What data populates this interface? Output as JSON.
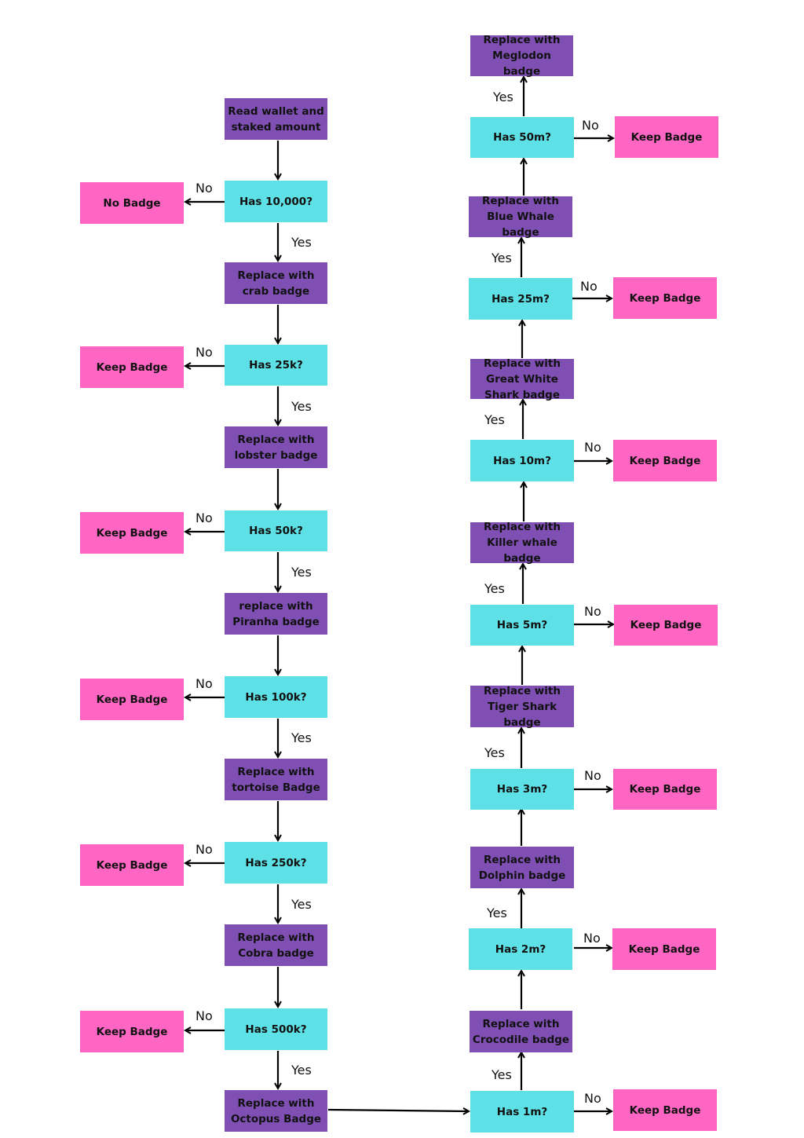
{
  "nodes": {
    "read_wallet": "Read wallet and staked amount",
    "has_10000": "Has 10,000?",
    "no_badge": "No Badge",
    "crab": "Replace with crab badge",
    "has_25k": "Has 25k?",
    "keep_25k": "Keep Badge",
    "lobster": "Replace with lobster badge",
    "has_50k": "Has 50k?",
    "keep_50k": "Keep Badge",
    "piranha": "replace with Piranha badge",
    "has_100k": "Has 100k?",
    "keep_100k": "Keep Badge",
    "tortoise": "Replace with tortoise Badge",
    "has_250k": "Has 250k?",
    "keep_250k": "Keep Badge",
    "cobra": "Replace with Cobra badge",
    "has_500k": "Has 500k?",
    "keep_500k": "Keep Badge",
    "octopus": "Replace with Octopus Badge",
    "has_1m": "Has 1m?",
    "keep_1m": "Keep Badge",
    "crocodile": "Replace with Crocodile badge",
    "has_2m": "Has 2m?",
    "keep_2m": "Keep Badge",
    "dolphin": "Replace with Dolphin badge",
    "has_3m": "Has 3m?",
    "keep_3m": "Keep Badge",
    "tiger_shark": "Replace with Tiger Shark badge",
    "has_5m": "Has 5m?",
    "keep_5m": "Keep Badge",
    "killer_whale": "Replace with Killer whale badge",
    "has_10m": "Has 10m?",
    "keep_10m": "Keep Badge",
    "great_white": "Replace with Great White Shark badge",
    "has_25m": "Has 25m?",
    "keep_25m": "Keep Badge",
    "blue_whale": "Replace with Blue Whale badge",
    "has_50m": "Has 50m?",
    "keep_50m": "Keep Badge",
    "megalodon": "Replace with Meglodon badge"
  },
  "edge_labels": {
    "yes": "Yes",
    "no": "No"
  },
  "colors": {
    "process": "#7f4fb3",
    "decision": "#5ee1e6",
    "terminal": "#ff66c4",
    "arrow": "#000000"
  }
}
